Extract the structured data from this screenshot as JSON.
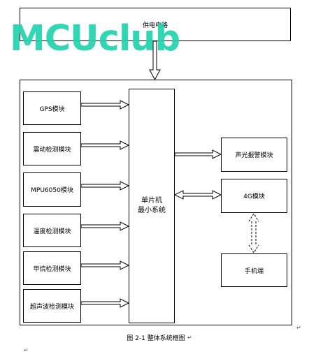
{
  "diagram": {
    "power": "供电电路",
    "mcu_line1": "单片机",
    "mcu_line2": "最小系统",
    "left_modules": [
      "GPS模块",
      "震动检测模块",
      "MPU6050模块",
      "温度检测模块",
      "甲烷检测模块",
      "超声波检测模块"
    ],
    "alarm": "声光报警模块",
    "comm": "4G模块",
    "phone": "手机端",
    "watermark": "MCUclub",
    "caption": "图 2-1 整体系统框图",
    "paragraph_mark": "↵"
  }
}
